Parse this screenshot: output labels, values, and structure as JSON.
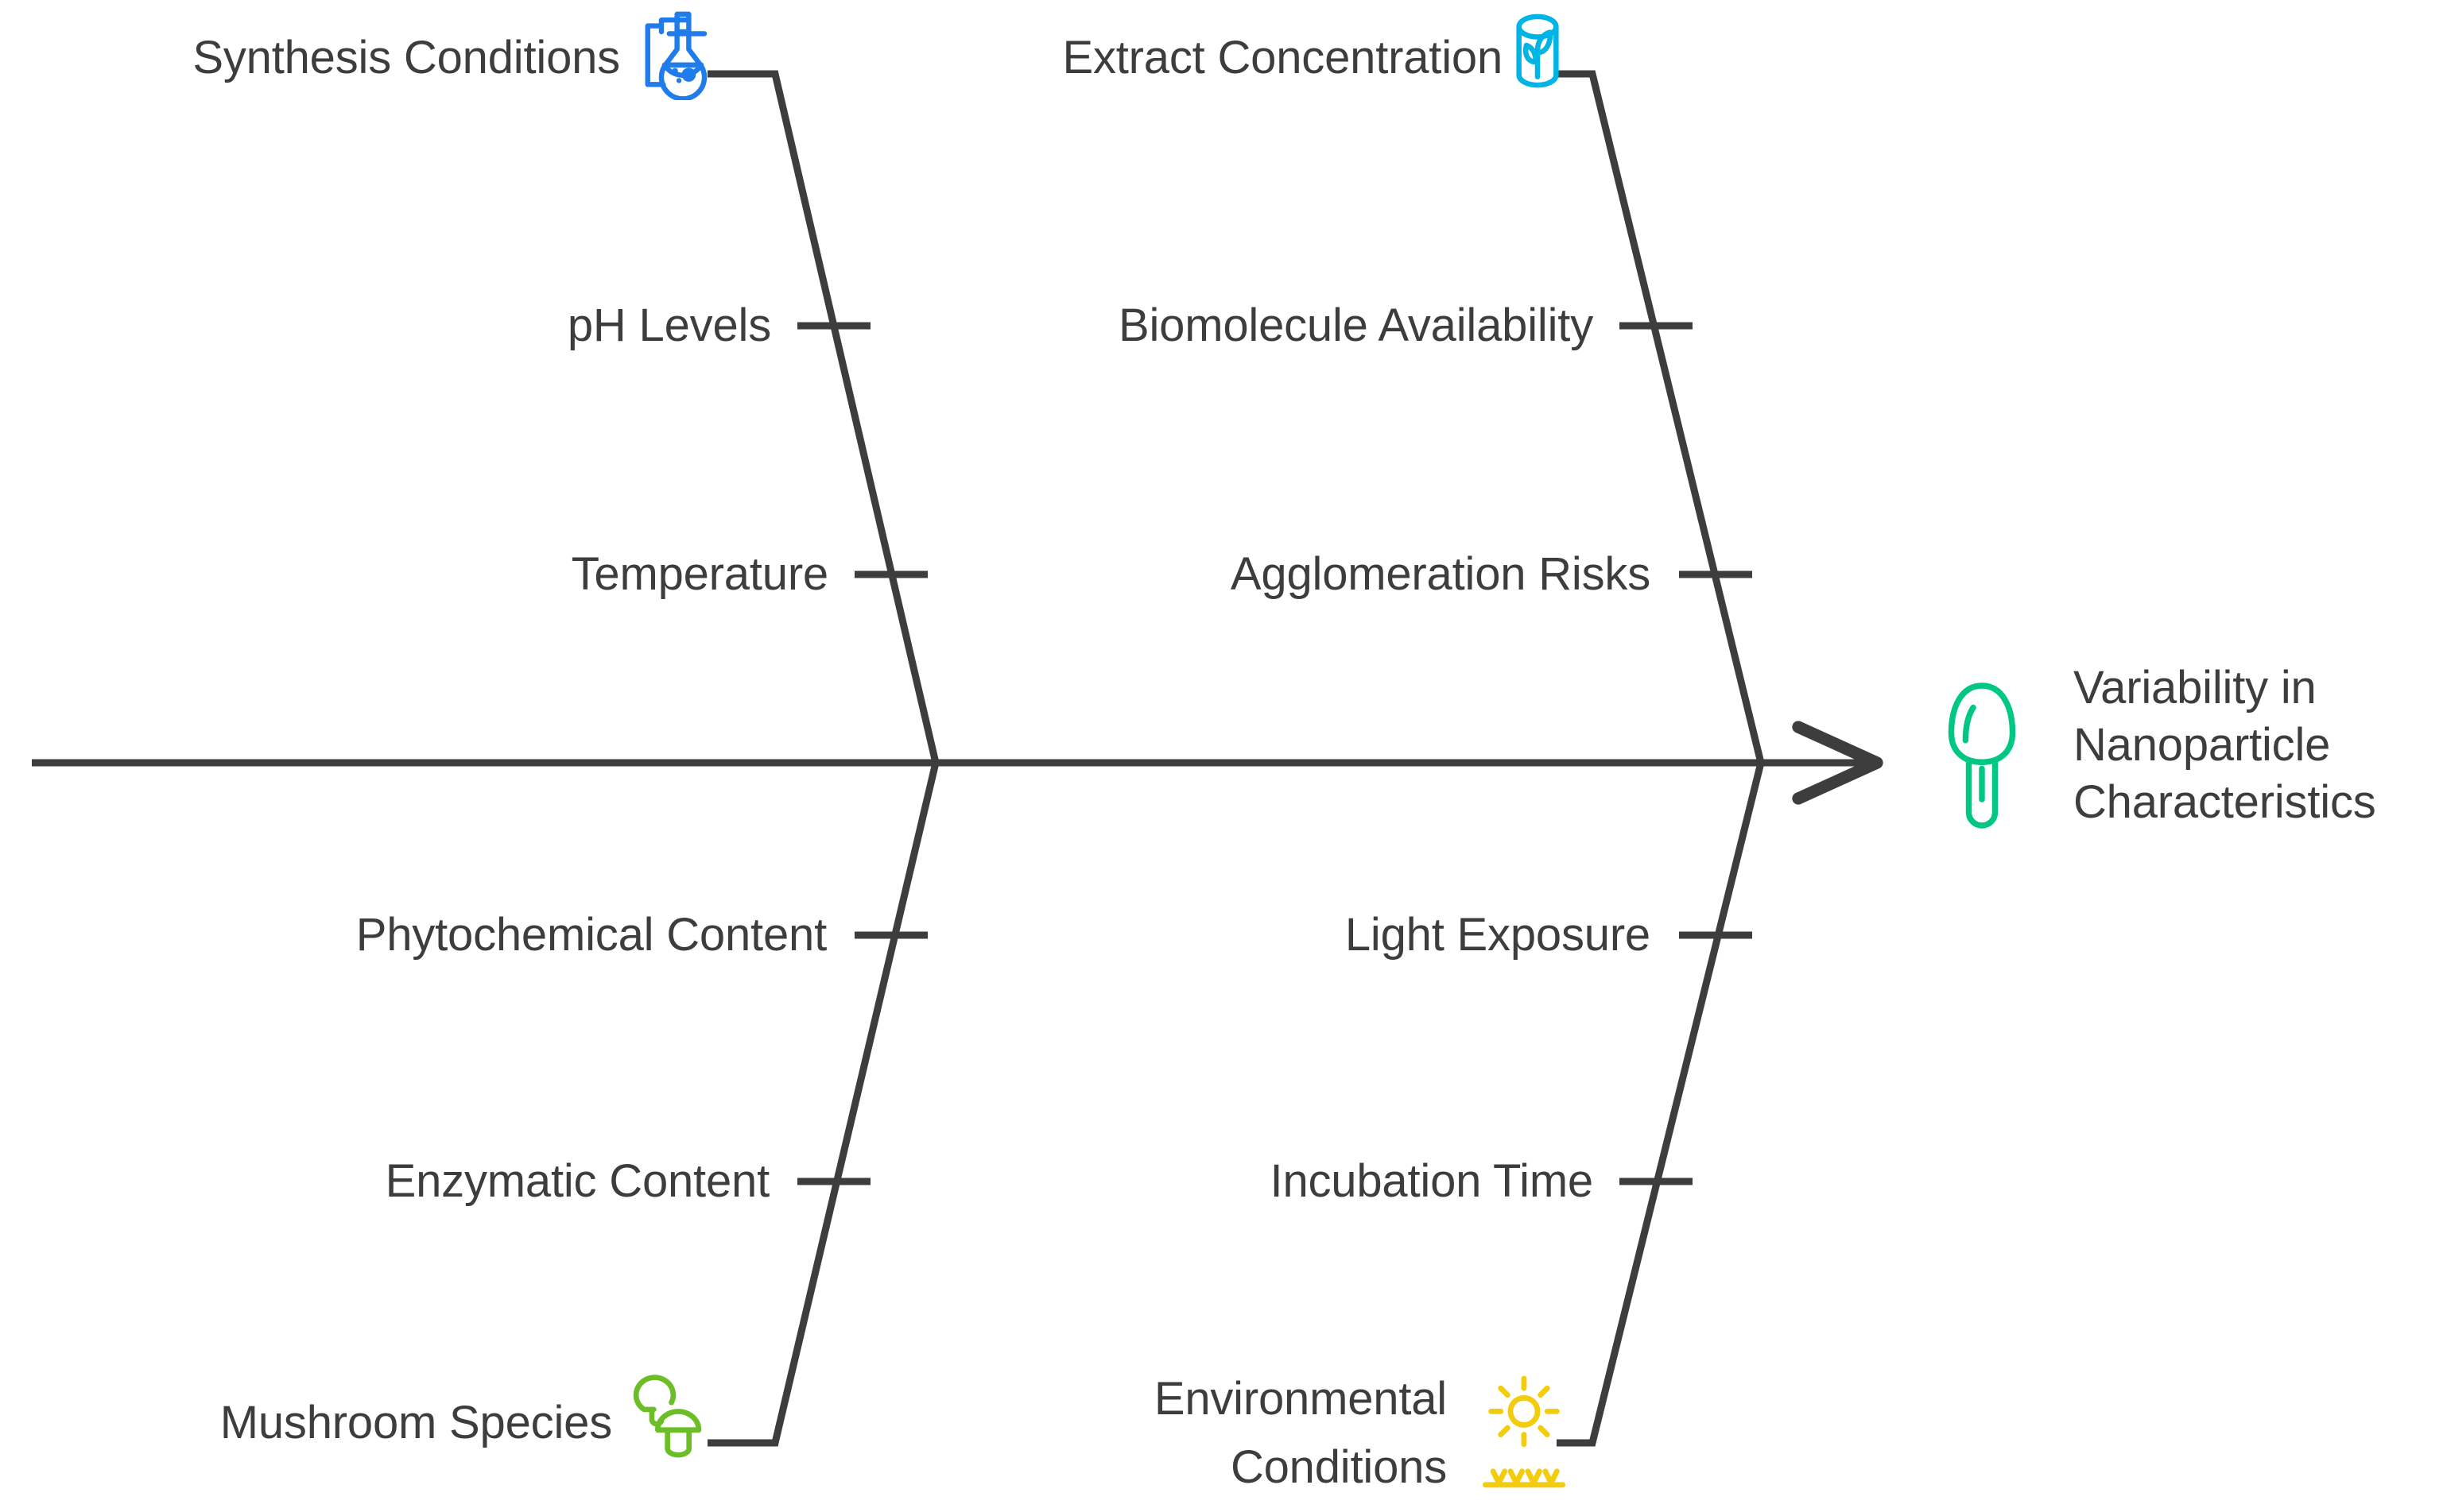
{
  "diagram": {
    "type": "fishbone-ishikawa",
    "effect": {
      "label_line1": "Variability in",
      "label_line2": "Nanoparticle",
      "label_line3": "Characteristics",
      "icon": "mushroom-green-icon",
      "icon_color": "#00c781"
    },
    "spine_color": "#3d3d3d",
    "text_color": "#3d3d3d",
    "background": "#ffffff",
    "categories": [
      {
        "id": "synthesis-conditions",
        "label": "Synthesis Conditions",
        "position": "top-left",
        "icon": "lab-flask-stand-icon",
        "icon_color": "#1f7cea",
        "causes": [
          {
            "label": "pH Levels"
          },
          {
            "label": "Temperature"
          }
        ]
      },
      {
        "id": "extract-concentration",
        "label": "Extract Concentration",
        "position": "top-right",
        "icon": "leaf-cylinder-icon",
        "icon_color": "#00b4e6",
        "causes": [
          {
            "label": "Biomolecule Availability"
          },
          {
            "label": "Agglomeration Risks"
          }
        ]
      },
      {
        "id": "mushroom-species",
        "label": "Mushroom Species",
        "position": "bottom-left",
        "icon": "mushrooms-icon",
        "icon_color": "#6cbe26",
        "causes": [
          {
            "label": "Phytochemical Content"
          },
          {
            "label": "Enzymatic Content"
          }
        ]
      },
      {
        "id": "environmental-conditions",
        "label_line1": "Environmental",
        "label_line2": "Conditions",
        "label": "Environmental Conditions",
        "position": "bottom-right",
        "icon": "sun-ground-icon",
        "icon_color": "#f2cc0d",
        "causes": [
          {
            "label": "Light Exposure"
          },
          {
            "label": "Incubation Time"
          }
        ]
      }
    ]
  }
}
